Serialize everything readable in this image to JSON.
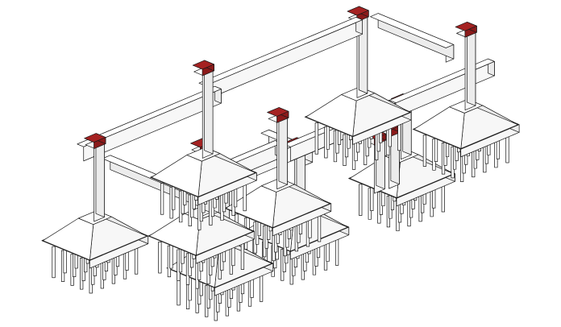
{
  "colors": {
    "background": "#ffffff",
    "line": "#1a1a1a",
    "top_face": "#ffffff",
    "left_face": "#f7f7f7",
    "right_face": "#ececec",
    "column_cap": "#8b1a1a",
    "column_cap_top": "#a52222"
  },
  "structure": {
    "beams": [
      {
        "id": "back-left",
        "from": "C1",
        "to": "C2"
      },
      {
        "id": "back-right",
        "from": "C2",
        "to": "C4"
      },
      {
        "id": "left",
        "from": "C1",
        "to": "C6"
      },
      {
        "id": "right",
        "from": "C4",
        "to": "C9"
      },
      {
        "id": "front",
        "from": "C6",
        "to": "C9"
      },
      {
        "id": "inner-left",
        "from": "C3",
        "to": "C7"
      },
      {
        "id": "inner-mid",
        "from": "C5",
        "to": "C7"
      },
      {
        "id": "inner-right",
        "from": "C5",
        "to": "C8"
      }
    ],
    "columns": [
      {
        "id": "C1",
        "pile_cap": true
      },
      {
        "id": "C2",
        "pile_cap": true
      },
      {
        "id": "C3",
        "pile_cap": true
      },
      {
        "id": "C4",
        "pile_cap": true
      },
      {
        "id": "C5",
        "pile_cap": true
      },
      {
        "id": "C6",
        "pile_cap": true
      },
      {
        "id": "C7",
        "pile_cap": true
      },
      {
        "id": "C8",
        "pile_cap": true
      },
      {
        "id": "C9",
        "pile_cap": true
      },
      {
        "id": "C10",
        "pile_cap": false
      },
      {
        "id": "C11",
        "pile_cap": false
      }
    ],
    "piles_per_cap": 30
  }
}
